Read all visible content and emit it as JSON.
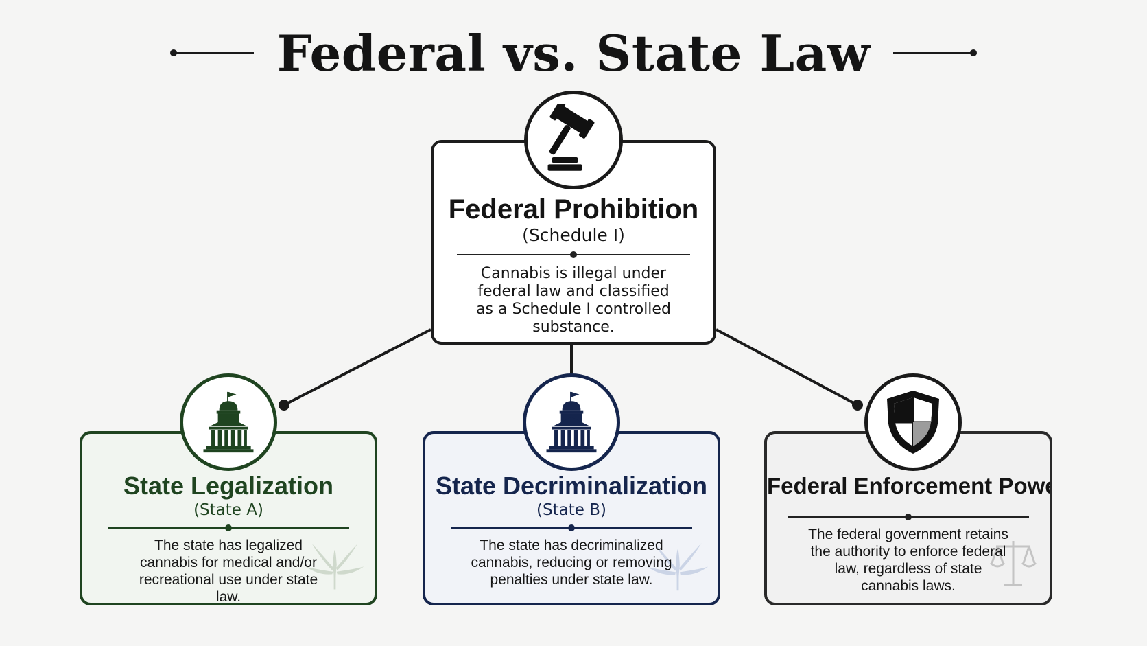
{
  "title": "Federal vs. State Law",
  "colors": {
    "ink": "#141414",
    "green": "#1f4420",
    "navy": "#15254d",
    "gray": "#2a2a2a",
    "background": "#f5f5f4"
  },
  "federal": {
    "icon": "gavel-icon",
    "title": "Federal Prohibition",
    "subtitle": "(Schedule I)",
    "description": "Cannabis is illegal under federal law and classified as a Schedule I controlled substance."
  },
  "cards": [
    {
      "icon": "state-capitol-icon",
      "watermark": "cannabis-leaf-icon",
      "title": "State Legalization",
      "subtitle": "(State A)",
      "description": "The state has legalized cannabis for medical and/or recreational use under state law."
    },
    {
      "icon": "state-capitol-icon",
      "watermark": "cannabis-leaf-icon",
      "title": "State Decriminalization",
      "subtitle": "(State B)",
      "description": "The state has decriminalized cannabis, reducing or removing penalties under state law."
    },
    {
      "icon": "shield-icon",
      "watermark": "scales-icon",
      "title": "Federal Enforcement Power",
      "subtitle": "",
      "description": "The federal government retains the authority to enforce federal law, regardless of state cannabis laws."
    }
  ]
}
